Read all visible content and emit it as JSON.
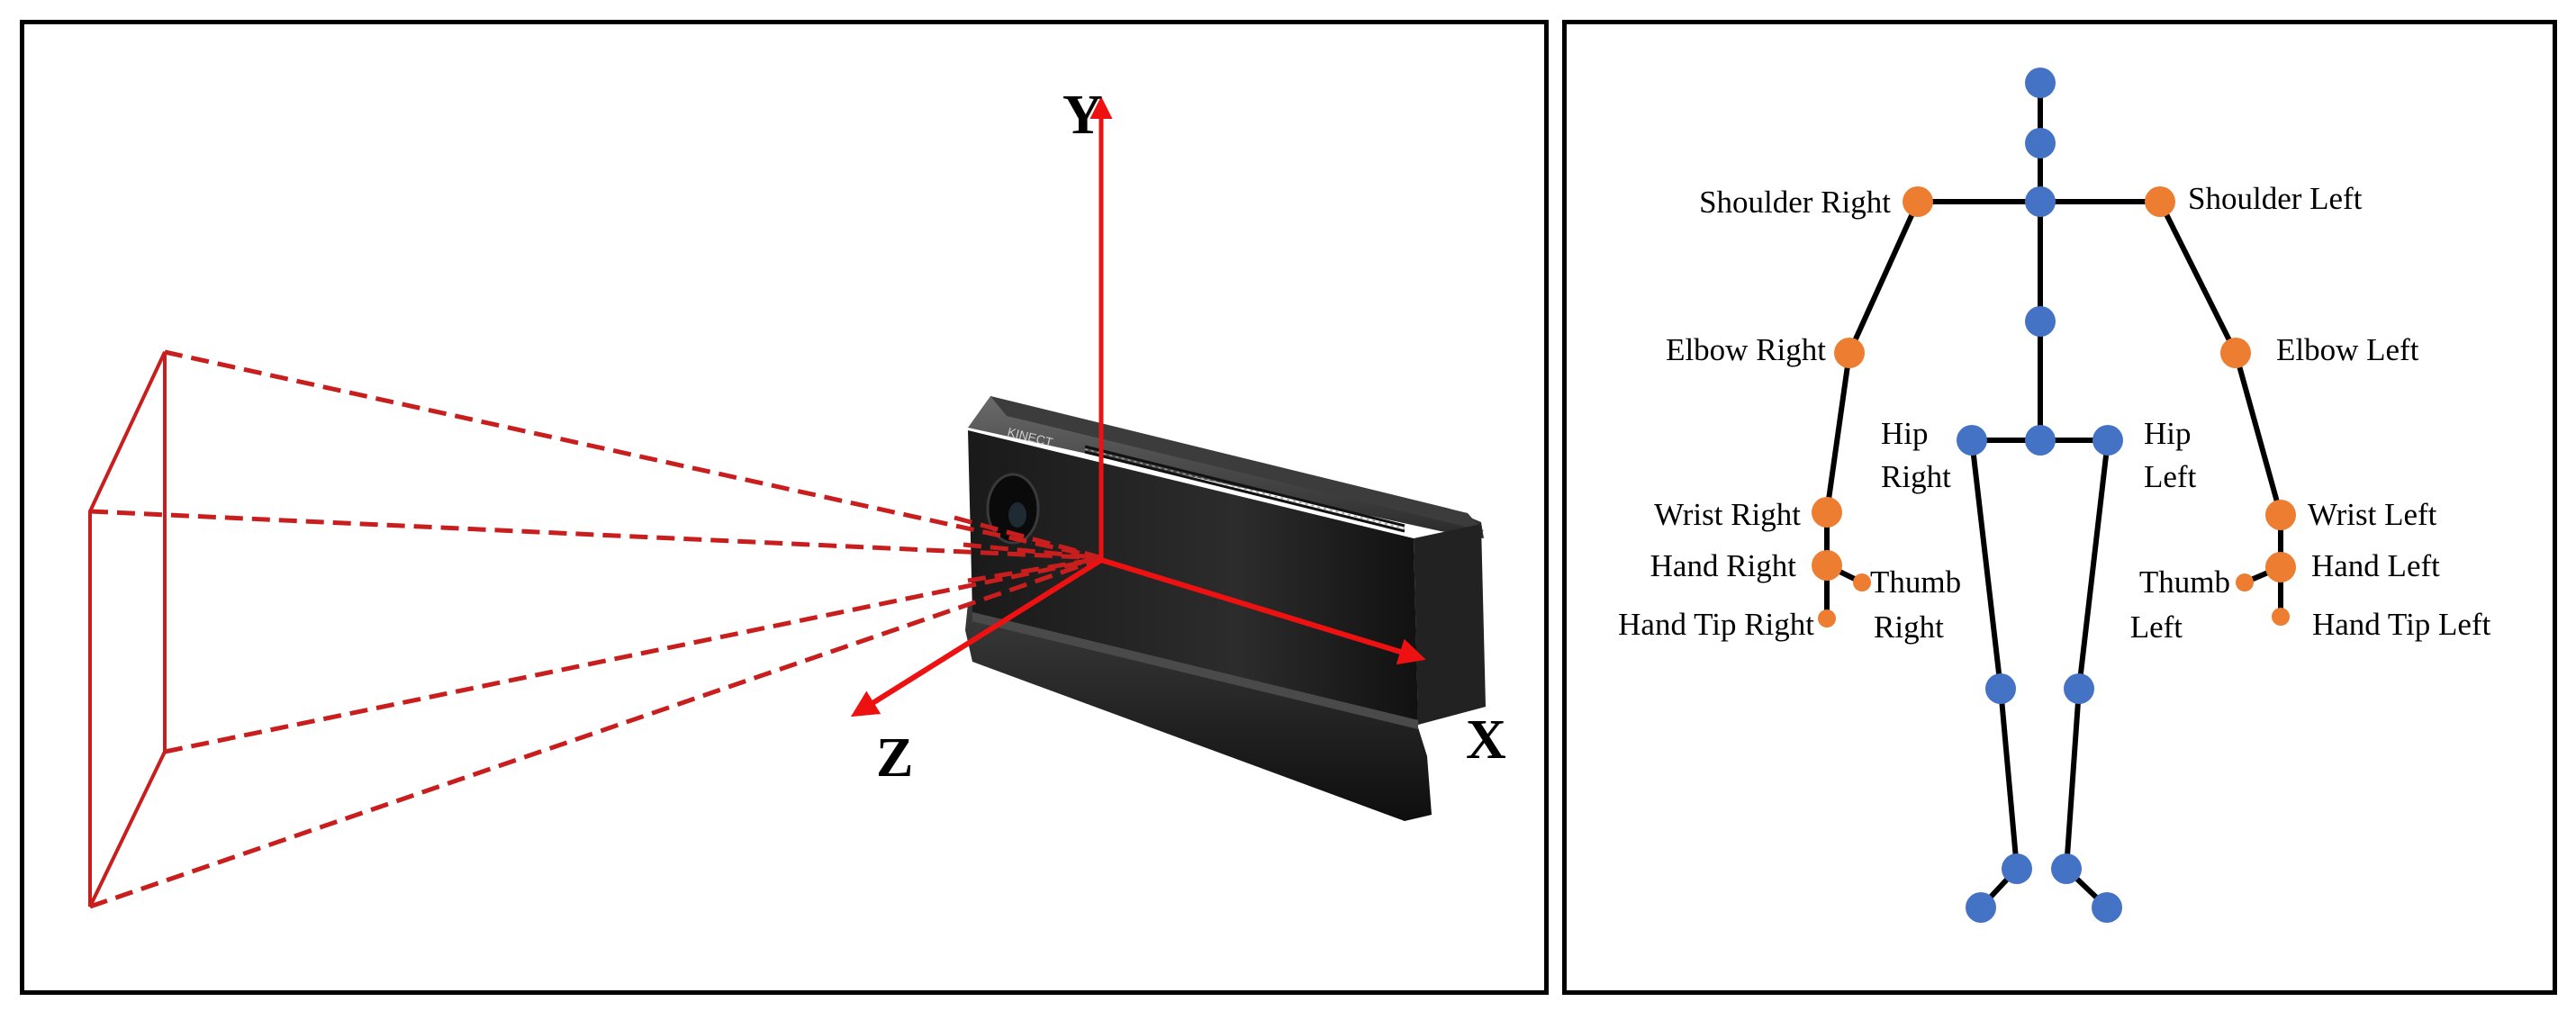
{
  "left_panel": {
    "axes": {
      "x": "X",
      "y": "Y",
      "z": "Z"
    },
    "device_brand": "KINECT"
  },
  "right_panel": {
    "labels": {
      "shoulder_right": "Shoulder Right",
      "shoulder_left": "Shoulder Left",
      "elbow_right": "Elbow Right",
      "elbow_left": "Elbow Left",
      "hip_right": [
        "Hip",
        "Right"
      ],
      "hip_left": [
        "Hip",
        "Left"
      ],
      "wrist_right": "Wrist Right",
      "wrist_left": "Wrist Left",
      "hand_right": "Hand Right",
      "hand_left": "Hand Left",
      "thumb_right": [
        "Thumb",
        "Right"
      ],
      "thumb_left": [
        "Thumb",
        "Left"
      ],
      "hand_tip_right": "Hand Tip Right",
      "hand_tip_left": "Hand Tip Left"
    }
  },
  "colors": {
    "axis": "#ee1111",
    "frustum": "#c81e1e",
    "core_joint": "#4472c4",
    "limb_joint": "#ed7d31",
    "bone": "#000000"
  }
}
